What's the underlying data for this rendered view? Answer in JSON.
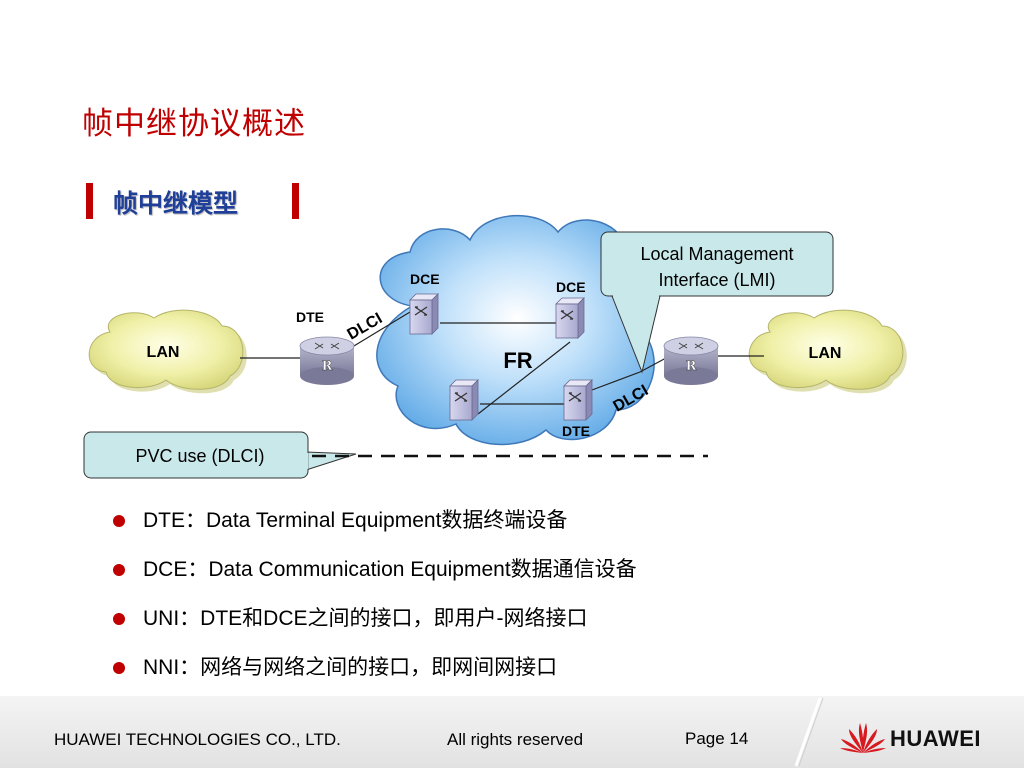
{
  "slide": {
    "title": "帧中继协议概述",
    "section_title": "帧中继模型"
  },
  "diagram": {
    "lan_left": "LAN",
    "lan_right": "LAN",
    "cloud_label": "FR",
    "label_dte_left": "DTE",
    "label_dce_1": "DCE",
    "label_dce_2": "DCE",
    "label_dte_bottom": "DTE",
    "label_dlci_left": "DLCI",
    "label_dlci_right": "DLCI",
    "router_glyph": "R",
    "callout_lmi_line1": "Local Management",
    "callout_lmi_line2": "Interface (LMI)",
    "callout_pvc": "PVC use (DLCI)"
  },
  "bullets": [
    "DTE：Data Terminal Equipment数据终端设备",
    "DCE：Data Communication Equipment数据通信设备",
    "UNI：DTE和DCE之间的接口，即用户-网络接口",
    "NNI：网络与网络之间的接口，即网间网接口"
  ],
  "footer": {
    "company": "HUAWEI TECHNOLOGIES CO., LTD.",
    "rights": "All rights reserved",
    "page": "Page 14",
    "logo_text": "HUAWEI"
  },
  "colors": {
    "title_red": "#c00000",
    "section_blue": "#1f3f99",
    "lan_cloud_yellow": "#ecec9c",
    "fr_cloud_blue": "#8ec6f2",
    "callout_fill": "#c9e8ea",
    "router_gray": "#9c9cb4",
    "switch_lavender": "#c5c5e4"
  },
  "icons": [
    "router-icon",
    "frame-relay-switch-icon",
    "lan-cloud",
    "network-cloud",
    "huawei-logo-icon"
  ]
}
